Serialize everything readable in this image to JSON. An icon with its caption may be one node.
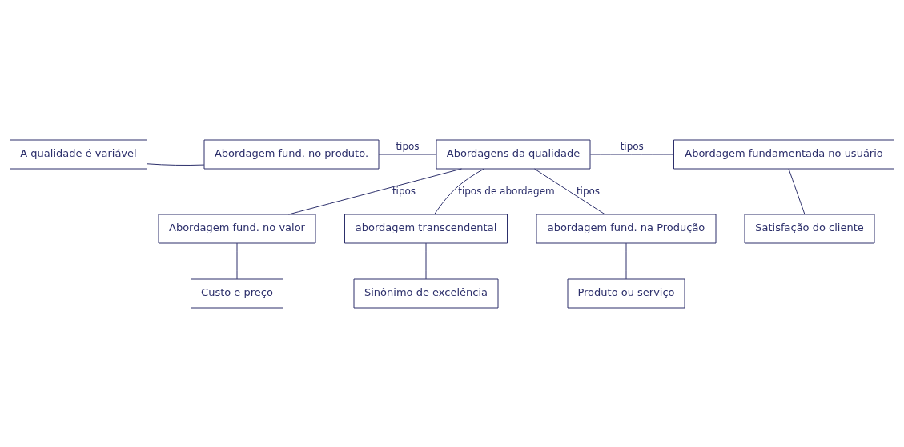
{
  "diagram": {
    "nodes": [
      {
        "text": [
          "Abordagens da qualidade"
        ]
      },
      {
        "text": [
          "Abordagem fund. no produto."
        ]
      },
      {
        "text": [
          "A qualidade é variável"
        ]
      },
      {
        "text": [
          "Abordagem fundamentada no usuário"
        ]
      },
      {
        "text": [
          "Satisfação do cliente"
        ]
      },
      {
        "text": [
          "Abordagem fund. no valor"
        ]
      },
      {
        "text": [
          "Custo e preço"
        ]
      },
      {
        "text": [
          "abordagem transcendental"
        ]
      },
      {
        "text": [
          "Sinônimo de excelência"
        ]
      },
      {
        "text": [
          "abordagem fund. na Produção"
        ]
      },
      {
        "text": [
          "Produto ou serviço"
        ]
      }
    ],
    "edges": [
      {
        "from": 0,
        "to": 1,
        "arrow": "none",
        "label": "tipos"
      },
      {
        "from": 1,
        "to": 2,
        "arrow": "none"
      },
      {
        "from": 0,
        "to": 3,
        "arrow": "none",
        "label": "tipos"
      },
      {
        "from": 3,
        "to": 4,
        "arrow": "none"
      },
      {
        "from": 0,
        "to": 5,
        "arrow": "none",
        "label": "tipos"
      },
      {
        "from": 5,
        "to": 6,
        "arrow": "none"
      },
      {
        "from": 0,
        "to": 7,
        "arrow": "none",
        "label": "tipos de abordagem"
      },
      {
        "from": 7,
        "to": 8,
        "arrow": "none"
      },
      {
        "from": 0,
        "to": 9,
        "arrow": "none",
        "label": "tipos"
      },
      {
        "from": 9,
        "to": 10,
        "arrow": "none"
      }
    ]
  }
}
